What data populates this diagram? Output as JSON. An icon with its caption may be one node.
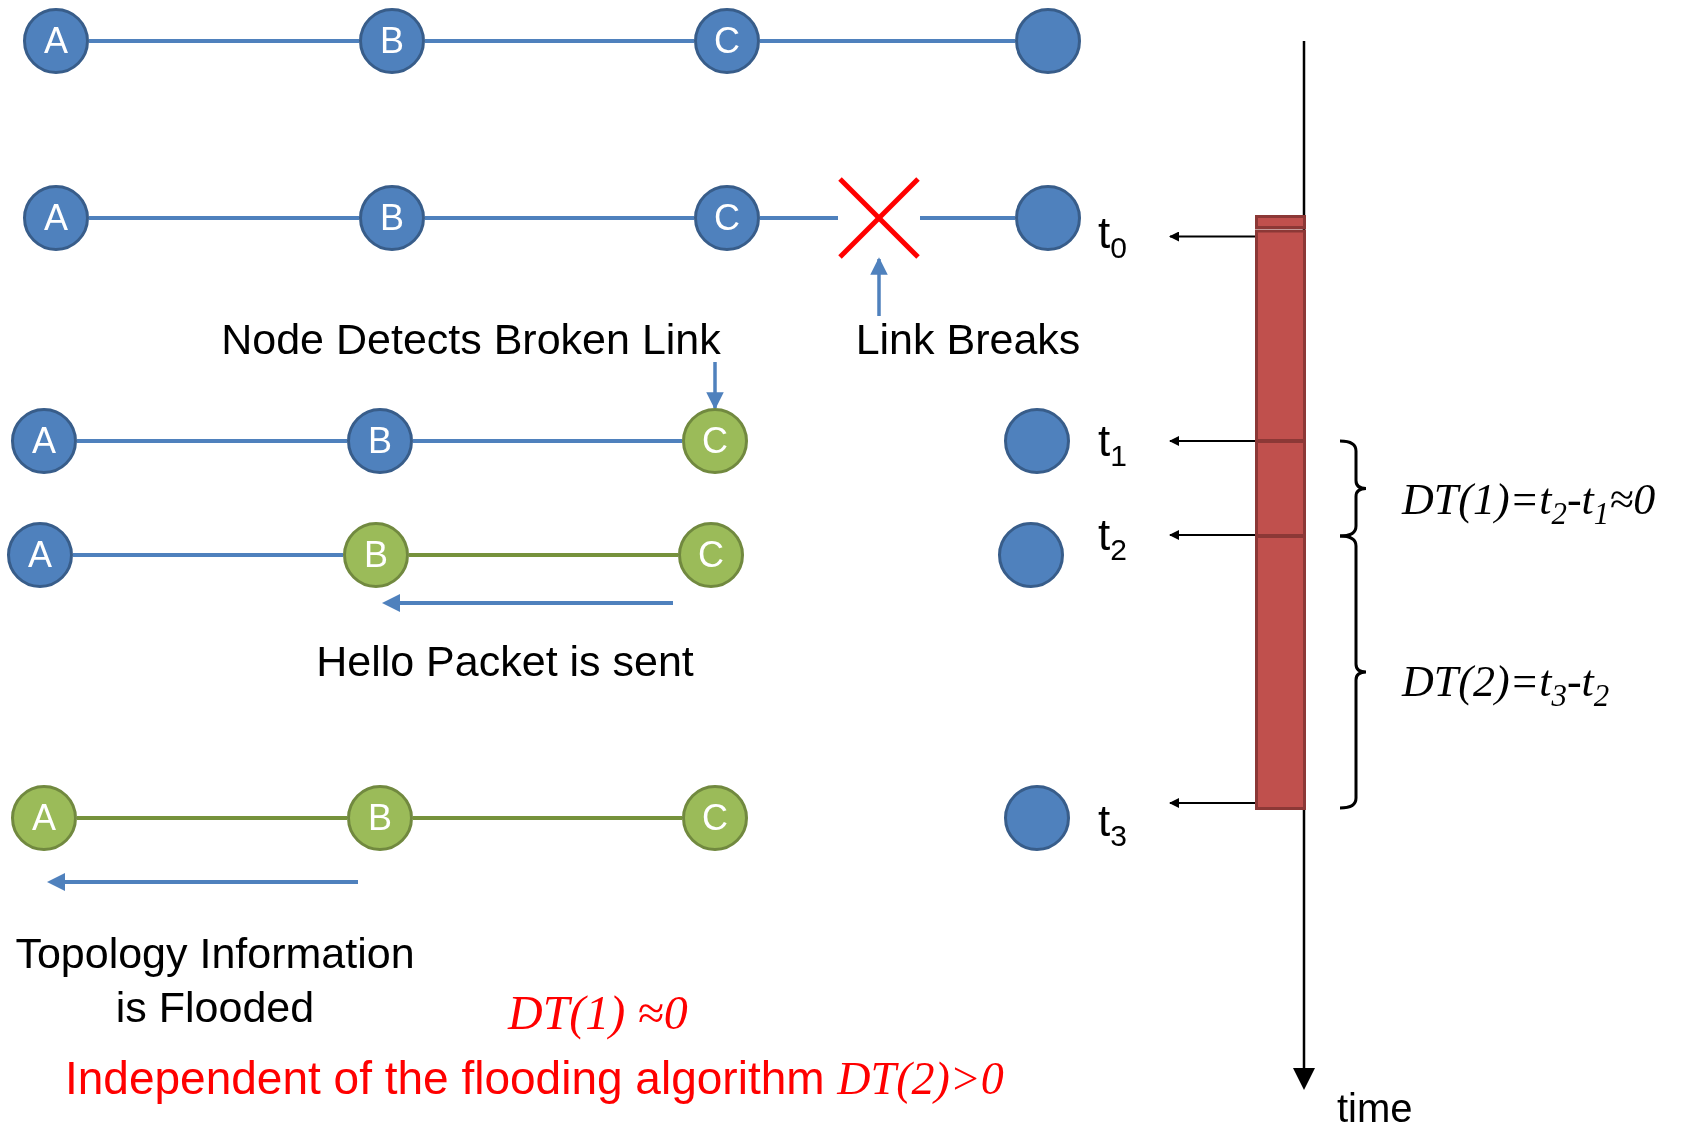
{
  "diagram": {
    "nodes": [
      {
        "text": [
          "A"
        ]
      },
      {
        "text": [
          "B"
        ]
      },
      {
        "text": [
          "C"
        ]
      },
      {
        "text": [],
        "shape": "circle"
      },
      {
        "text": [
          "A"
        ]
      },
      {
        "text": [
          "B"
        ]
      },
      {
        "text": [
          "C"
        ]
      },
      {
        "text": [],
        "shape": "circle"
      },
      {
        "text": [],
        "shape": "cross"
      },
      {
        "text": [
          "t$_{0}$"
        ]
      },
      {
        "text": [
          "Link Breaks"
        ]
      },
      {
        "text": [
          "Node Detects Broken Link"
        ]
      },
      {
        "text": [
          "A"
        ]
      },
      {
        "text": [
          "B"
        ]
      },
      {
        "text": [
          "C"
        ]
      },
      {
        "text": [],
        "shape": "circle"
      },
      {
        "text": [
          "t$_{1}$"
        ]
      },
      {
        "text": [
          "A"
        ]
      },
      {
        "text": [
          "B"
        ]
      },
      {
        "text": [
          "C"
        ]
      },
      {
        "text": [],
        "shape": "circle"
      },
      {
        "text": [
          "t$_{2}$"
        ]
      },
      {
        "text": [
          "A"
        ]
      },
      {
        "text": [
          "B"
        ]
      },
      {
        "text": [
          "C"
        ]
      },
      {
        "text": [],
        "shape": "circle"
      },
      {
        "text": [
          "t$_{3}$"
        ]
      },
      {
        "text": [],
        "shape": "bar"
      }
    ],
    "edges": [
      {
        "from": 0,
        "to": 1,
        "arrow": "none"
      },
      {
        "from": 1,
        "to": 2,
        "arrow": "none"
      },
      {
        "from": 2,
        "to": 3,
        "arrow": "none"
      },
      {
        "from": 4,
        "to": 5,
        "arrow": "none"
      },
      {
        "from": 5,
        "to": 6,
        "arrow": "none"
      },
      {
        "from": 6,
        "to": 8,
        "arrow": "none"
      },
      {
        "from": 8,
        "to": 7,
        "arrow": "none"
      },
      {
        "from": 10,
        "to": 8,
        "arrow": "to"
      },
      {
        "from": 11,
        "to": 14,
        "arrow": "to"
      },
      {
        "from": 12,
        "to": 13,
        "arrow": "none"
      },
      {
        "from": 13,
        "to": 14,
        "arrow": "none"
      },
      {
        "from": 17,
        "to": 18,
        "arrow": "none"
      },
      {
        "from": 18,
        "to": 19,
        "arrow": "none",
        "color": "#76923c"
      },
      {
        "from": 22,
        "to": 23,
        "arrow": "none",
        "color": "#76923c"
      },
      {
        "from": 23,
        "to": 24,
        "arrow": "none",
        "color": "#76923c"
      },
      {
        "from": 27,
        "to": 9,
        "arrow": "to",
        "color": "#000000"
      },
      {
        "from": 27,
        "to": 16,
        "arrow": "to",
        "color": "#000000"
      },
      {
        "from": 27,
        "to": 21,
        "arrow": "to",
        "color": "#000000"
      },
      {
        "from": 27,
        "to": 26,
        "arrow": "to",
        "color": "#000000"
      }
    ],
    "labels": [
      "Hello Packet is sent",
      "Topology Information is Flooded",
      "DT(1)=t$_{2}$-t$_{1}$≈0",
      "DT(2)=t$_{3}$-t$_{2}$",
      "DT(1) ≈0",
      "Independent of the flooding algorithm *DT(2)>0*",
      "time"
    ]
  }
}
